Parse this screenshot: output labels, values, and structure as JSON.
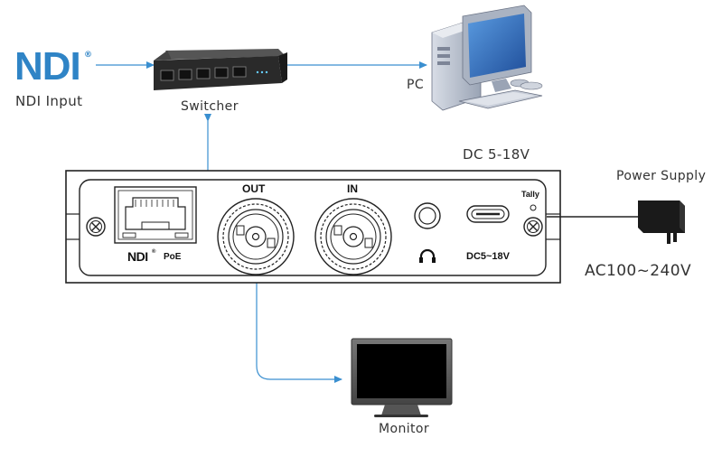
{
  "labels": {
    "ndi_logo": "NDI",
    "ndi_reg": "®",
    "ndi_input": "NDI Input",
    "switcher": "Switcher",
    "pc": "PC",
    "dc_range": "DC 5-18V",
    "power_supply": "Power Supply",
    "ac_range": "AC100~240V",
    "monitor": "Monitor"
  },
  "panel": {
    "out": "OUT",
    "in": "IN",
    "tally": "Tally",
    "ndi_poe_logo": "NDI",
    "ndi_poe_reg": "®",
    "poe": "PoE",
    "dc_port": "DC5~18V"
  },
  "colors": {
    "connection_line": "#3a8fd0",
    "ndi_blue": "#2f84c6",
    "panel_stroke": "#222222"
  }
}
